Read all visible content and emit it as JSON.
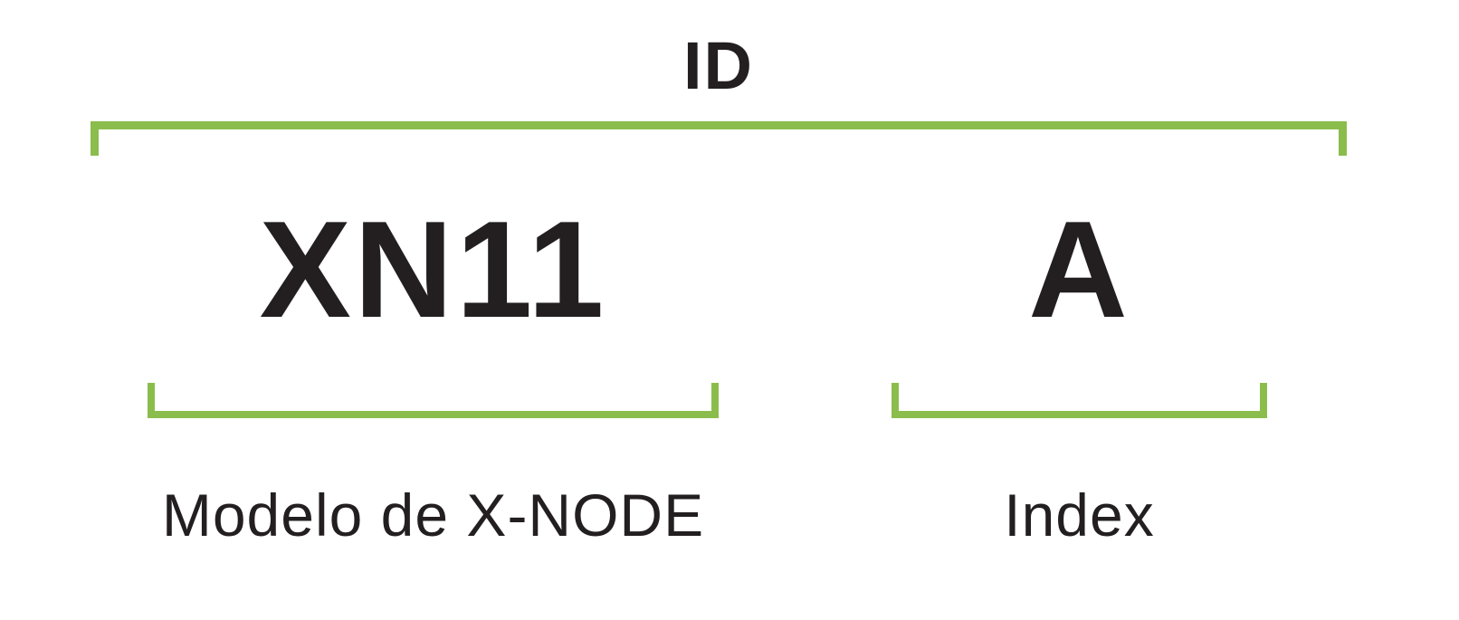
{
  "diagram": {
    "title": "ID",
    "parts": [
      {
        "value": "XN11",
        "label": "Modelo de X-NODE"
      },
      {
        "value": "A",
        "label": "Index"
      }
    ],
    "colors": {
      "bracket_green": "#8BBD4C",
      "text_dark": "#231F20"
    }
  }
}
